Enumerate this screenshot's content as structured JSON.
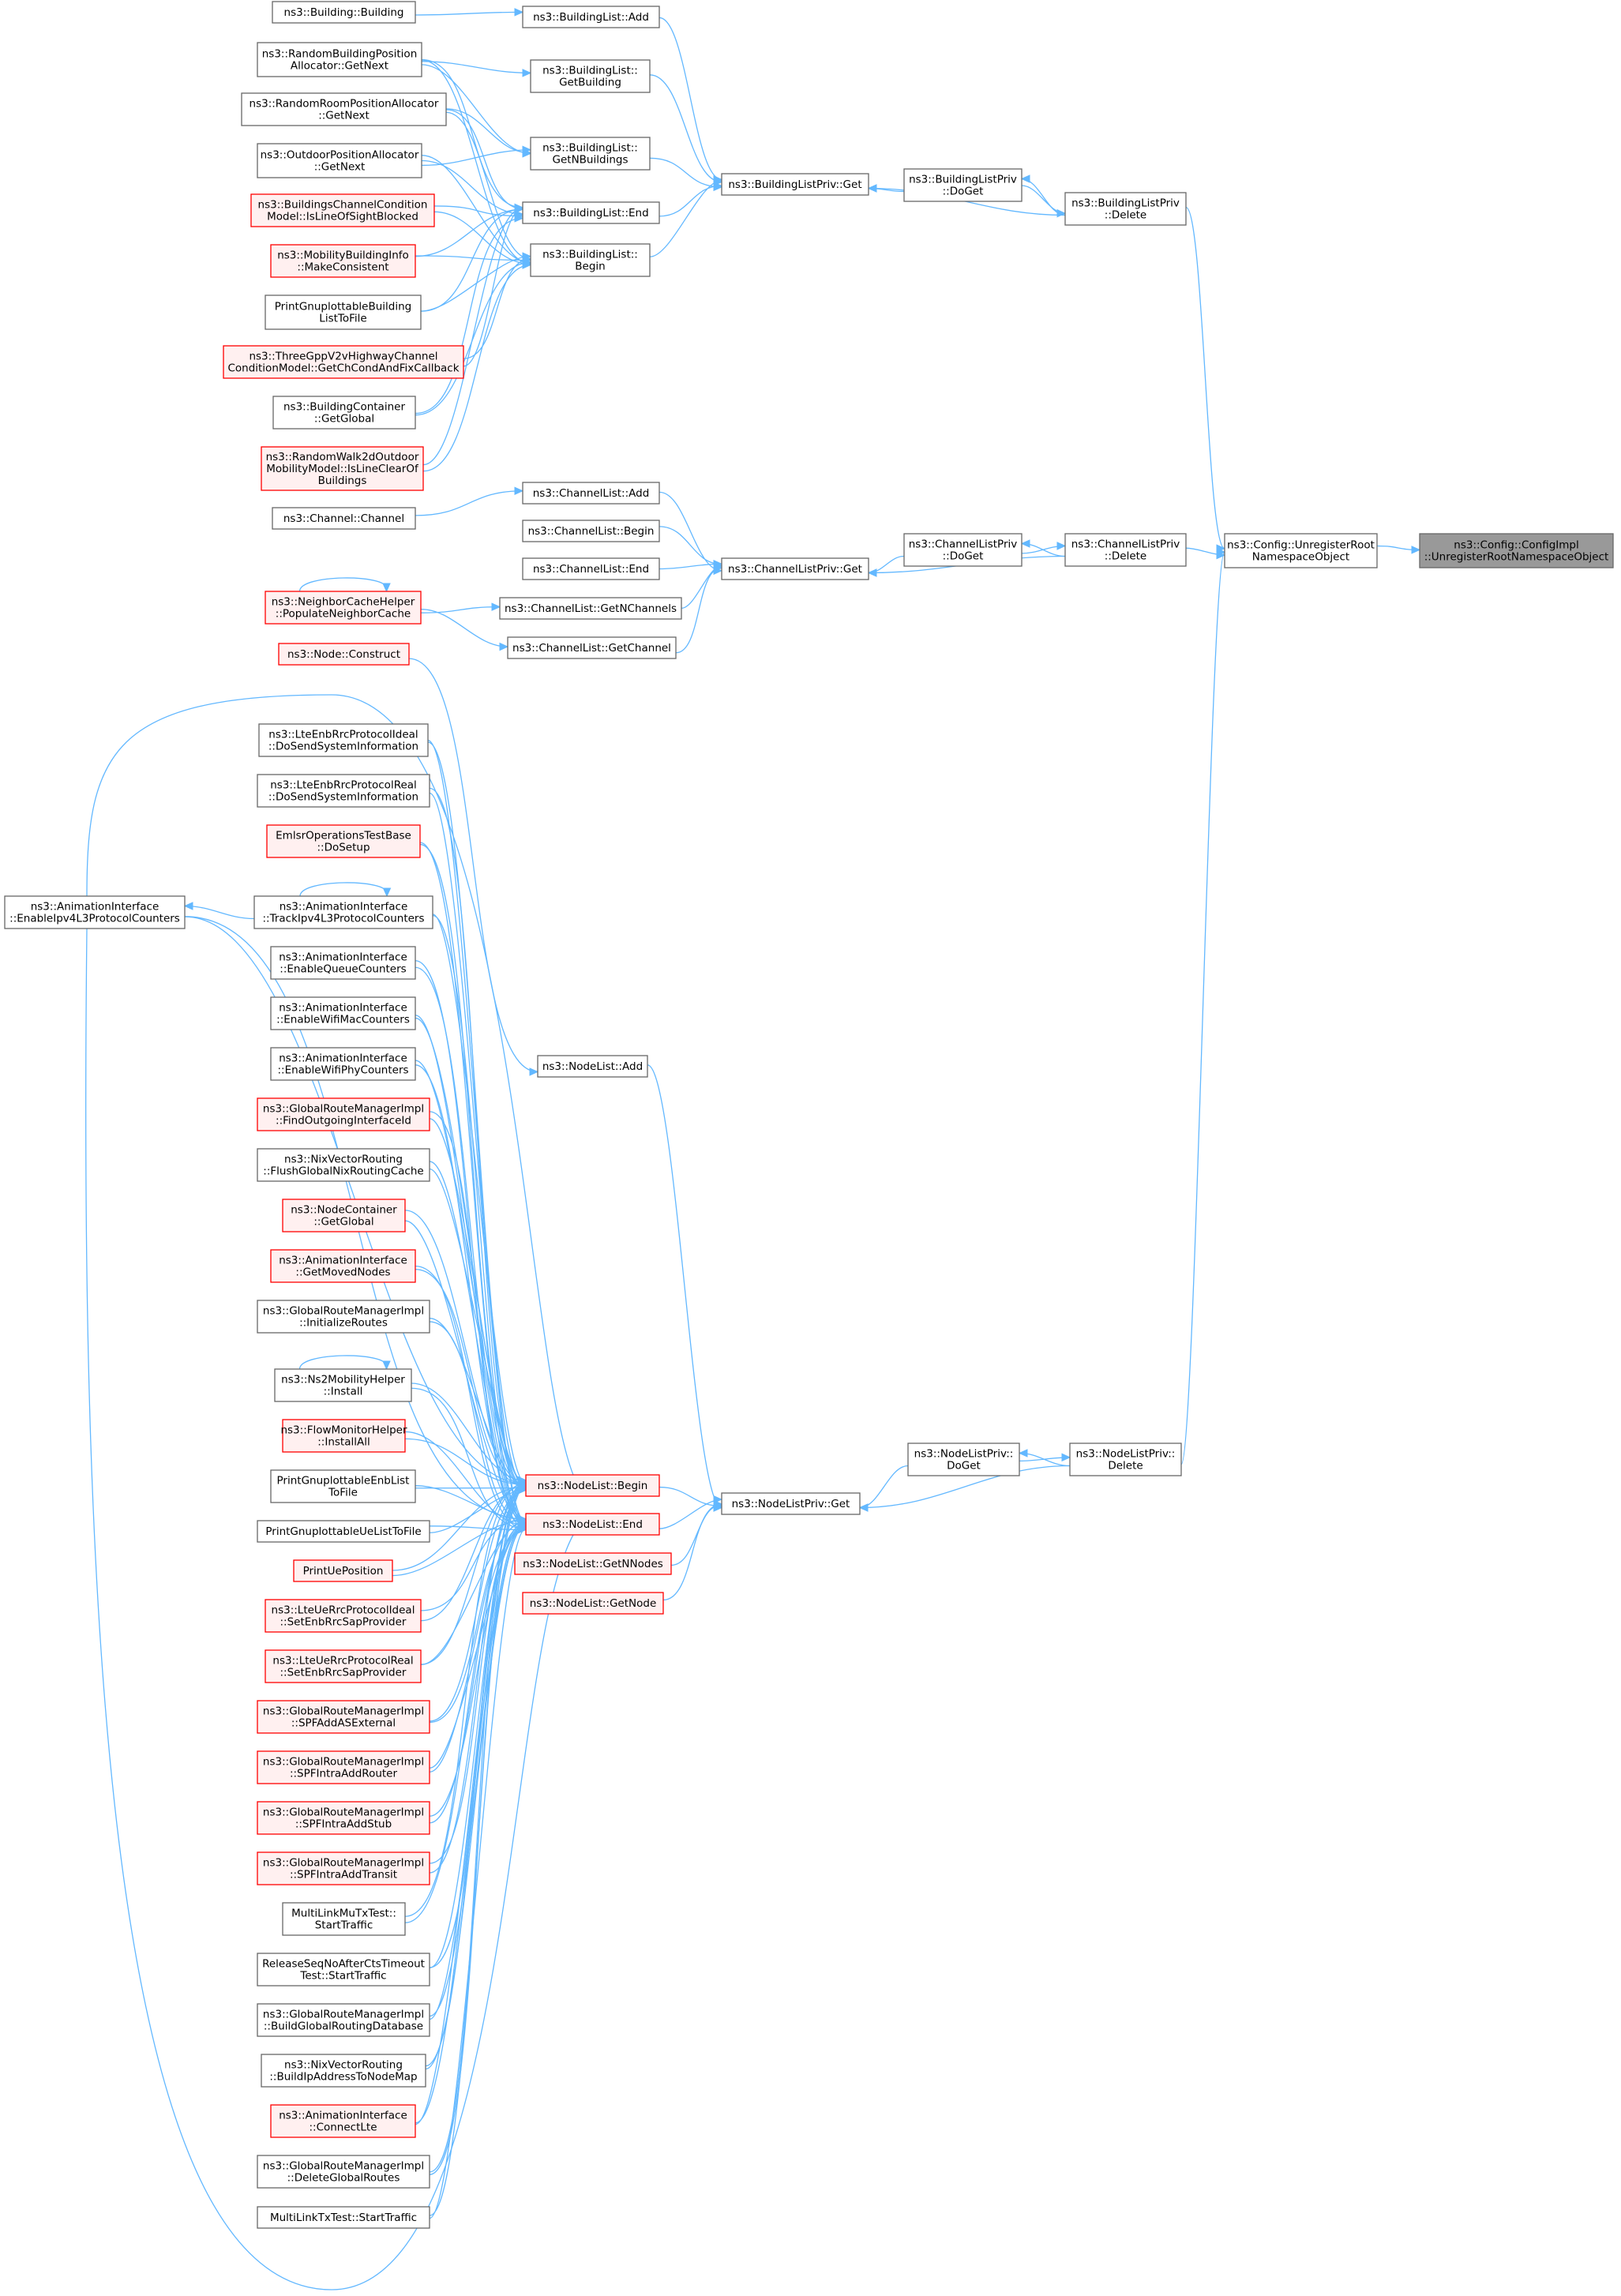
{
  "diagram": {
    "title": "",
    "colors": {
      "edge": "#63b8ff",
      "root_fill": "#999999",
      "normal_fill": "#ffffff",
      "normal_border": "#666666",
      "truncated_fill": "#fff0f0",
      "truncated_border": "#ff0000"
    },
    "nodes": [
      {
        "id": "root",
        "kind": "root",
        "lines": [
          "ns3::Config::ConfigImpl",
          "::UnregisterRootNamespaceObject"
        ]
      },
      {
        "id": "cfg_unreg",
        "kind": "normal",
        "lines": [
          "ns3::Config::UnregisterRoot",
          "NamespaceObject"
        ]
      },
      {
        "id": "blp_delete",
        "kind": "normal",
        "lines": [
          "ns3::BuildingListPriv",
          "::Delete"
        ]
      },
      {
        "id": "blp_doget",
        "kind": "normal",
        "lines": [
          "ns3::BuildingListPriv",
          "::DoGet"
        ]
      },
      {
        "id": "blp_get",
        "kind": "normal",
        "lines": [
          "ns3::BuildingListPriv::Get"
        ]
      },
      {
        "id": "bl_add",
        "kind": "normal",
        "lines": [
          "ns3::BuildingList::Add"
        ]
      },
      {
        "id": "bl_getbuilding",
        "kind": "normal",
        "lines": [
          "ns3::BuildingList::",
          "GetBuilding"
        ]
      },
      {
        "id": "bl_getnbuildings",
        "kind": "normal",
        "lines": [
          "ns3::BuildingList::",
          "GetNBuildings"
        ]
      },
      {
        "id": "bl_end",
        "kind": "normal",
        "lines": [
          "ns3::BuildingList::End"
        ]
      },
      {
        "id": "bl_begin",
        "kind": "normal",
        "lines": [
          "ns3::BuildingList::",
          "Begin"
        ]
      },
      {
        "id": "b_building",
        "kind": "normal",
        "lines": [
          "ns3::Building::Building"
        ]
      },
      {
        "id": "rbpa_getnext",
        "kind": "normal",
        "lines": [
          "ns3::RandomBuildingPosition",
          "Allocator::GetNext"
        ]
      },
      {
        "id": "rrpa_getnext",
        "kind": "normal",
        "lines": [
          "ns3::RandomRoomPositionAllocator",
          "::GetNext"
        ]
      },
      {
        "id": "opa_getnext",
        "kind": "normal",
        "lines": [
          "ns3::OutdoorPositionAllocator",
          "::GetNext"
        ]
      },
      {
        "id": "bccm",
        "kind": "trunc",
        "lines": [
          "ns3::BuildingsChannelCondition",
          "Model::IsLineOfSightBlocked"
        ]
      },
      {
        "id": "mbi",
        "kind": "trunc",
        "lines": [
          "ns3::MobilityBuildingInfo",
          "::MakeConsistent"
        ]
      },
      {
        "id": "pgbltf",
        "kind": "normal",
        "lines": [
          "PrintGnuplottableBuilding",
          "ListToFile"
        ]
      },
      {
        "id": "tgpp",
        "kind": "trunc",
        "lines": [
          "ns3::ThreeGppV2vHighwayChannel",
          "ConditionModel::GetChCondAndFixCallback"
        ]
      },
      {
        "id": "bc_getglobal",
        "kind": "normal",
        "lines": [
          "ns3::BuildingContainer",
          "::GetGlobal"
        ]
      },
      {
        "id": "rw2d",
        "kind": "trunc",
        "lines": [
          "ns3::RandomWalk2dOutdoor",
          "MobilityModel::IsLineClearOf",
          "Buildings"
        ]
      },
      {
        "id": "clp_delete",
        "kind": "normal",
        "lines": [
          "ns3::ChannelListPriv",
          "::Delete"
        ]
      },
      {
        "id": "clp_doget",
        "kind": "normal",
        "lines": [
          "ns3::ChannelListPriv",
          "::DoGet"
        ]
      },
      {
        "id": "clp_get",
        "kind": "normal",
        "lines": [
          "ns3::ChannelListPriv::Get"
        ]
      },
      {
        "id": "cl_add",
        "kind": "normal",
        "lines": [
          "ns3::ChannelList::Add"
        ]
      },
      {
        "id": "cl_begin",
        "kind": "normal",
        "lines": [
          "ns3::ChannelList::Begin"
        ]
      },
      {
        "id": "cl_end",
        "kind": "normal",
        "lines": [
          "ns3::ChannelList::End"
        ]
      },
      {
        "id": "cl_getnchannels",
        "kind": "normal",
        "lines": [
          "ns3::ChannelList::GetNChannels"
        ]
      },
      {
        "id": "cl_getchannel",
        "kind": "normal",
        "lines": [
          "ns3::ChannelList::GetChannel"
        ]
      },
      {
        "id": "ch_channel",
        "kind": "normal",
        "lines": [
          "ns3::Channel::Channel"
        ]
      },
      {
        "id": "nch",
        "kind": "trunc",
        "lines": [
          "ns3::NeighborCacheHelper",
          "::PopulateNeighborCache"
        ]
      },
      {
        "id": "nlp_delete",
        "kind": "normal",
        "lines": [
          "ns3::NodeListPriv::",
          "Delete"
        ]
      },
      {
        "id": "nlp_doget",
        "kind": "normal",
        "lines": [
          "ns3::NodeListPriv::",
          "DoGet"
        ]
      },
      {
        "id": "nlp_get",
        "kind": "normal",
        "lines": [
          "ns3::NodeListPriv::Get"
        ]
      },
      {
        "id": "nl_add",
        "kind": "normal",
        "lines": [
          "ns3::NodeList::Add"
        ]
      },
      {
        "id": "nl_begin",
        "kind": "trunc",
        "lines": [
          "ns3::NodeList::Begin"
        ]
      },
      {
        "id": "nl_end",
        "kind": "trunc",
        "lines": [
          "ns3::NodeList::End"
        ]
      },
      {
        "id": "nl_getnnodes",
        "kind": "trunc",
        "lines": [
          "ns3::NodeList::GetNNodes"
        ]
      },
      {
        "id": "nl_getnode",
        "kind": "trunc",
        "lines": [
          "ns3::NodeList::GetNode"
        ]
      },
      {
        "id": "node_construct",
        "kind": "trunc",
        "lines": [
          "ns3::Node::Construct"
        ]
      },
      {
        "id": "ai_enableipv4",
        "kind": "normal",
        "lines": [
          "ns3::AnimationInterface",
          "::EnableIpv4L3ProtocolCounters"
        ]
      },
      {
        "id": "c01",
        "kind": "normal",
        "lines": [
          "ns3::LteEnbRrcProtocolIdeal",
          "::DoSendSystemInformation"
        ]
      },
      {
        "id": "c02",
        "kind": "normal",
        "lines": [
          "ns3::LteEnbRrcProtocolReal",
          "::DoSendSystemInformation"
        ]
      },
      {
        "id": "c03",
        "kind": "trunc",
        "lines": [
          "EmlsrOperationsTestBase",
          "::DoSetup"
        ]
      },
      {
        "id": "c04",
        "kind": "normal",
        "lines": [
          "ns3::AnimationInterface",
          "::TrackIpv4L3ProtocolCounters"
        ]
      },
      {
        "id": "c05",
        "kind": "normal",
        "lines": [
          "ns3::AnimationInterface",
          "::EnableQueueCounters"
        ]
      },
      {
        "id": "c06",
        "kind": "normal",
        "lines": [
          "ns3::AnimationInterface",
          "::EnableWifiMacCounters"
        ]
      },
      {
        "id": "c07",
        "kind": "normal",
        "lines": [
          "ns3::AnimationInterface",
          "::EnableWifiPhyCounters"
        ]
      },
      {
        "id": "c08",
        "kind": "trunc",
        "lines": [
          "ns3::GlobalRouteManagerImpl",
          "::FindOutgoingInterfaceId"
        ]
      },
      {
        "id": "c09",
        "kind": "normal",
        "lines": [
          "ns3::NixVectorRouting",
          "::FlushGlobalNixRoutingCache"
        ]
      },
      {
        "id": "c10",
        "kind": "trunc",
        "lines": [
          "ns3::NodeContainer",
          "::GetGlobal"
        ]
      },
      {
        "id": "c11",
        "kind": "trunc",
        "lines": [
          "ns3::AnimationInterface",
          "::GetMovedNodes"
        ]
      },
      {
        "id": "c12",
        "kind": "normal",
        "lines": [
          "ns3::GlobalRouteManagerImpl",
          "::InitializeRoutes"
        ]
      },
      {
        "id": "c13",
        "kind": "normal",
        "lines": [
          "ns3::Ns2MobilityHelper",
          "::Install"
        ]
      },
      {
        "id": "c14",
        "kind": "trunc",
        "lines": [
          "ns3::FlowMonitorHelper",
          "::InstallAll"
        ]
      },
      {
        "id": "c15",
        "kind": "normal",
        "lines": [
          "PrintGnuplottableEnbList",
          "ToFile"
        ]
      },
      {
        "id": "c16",
        "kind": "normal",
        "lines": [
          "PrintGnuplottableUeListToFile"
        ]
      },
      {
        "id": "c17",
        "kind": "trunc",
        "lines": [
          "PrintUePosition"
        ]
      },
      {
        "id": "c18",
        "kind": "trunc",
        "lines": [
          "ns3::LteUeRrcProtocolIdeal",
          "::SetEnbRrcSapProvider"
        ]
      },
      {
        "id": "c19",
        "kind": "trunc",
        "lines": [
          "ns3::LteUeRrcProtocolReal",
          "::SetEnbRrcSapProvider"
        ]
      },
      {
        "id": "c20",
        "kind": "trunc",
        "lines": [
          "ns3::GlobalRouteManagerImpl",
          "::SPFAddASExternal"
        ]
      },
      {
        "id": "c21",
        "kind": "trunc",
        "lines": [
          "ns3::GlobalRouteManagerImpl",
          "::SPFIntraAddRouter"
        ]
      },
      {
        "id": "c22",
        "kind": "trunc",
        "lines": [
          "ns3::GlobalRouteManagerImpl",
          "::SPFIntraAddStub"
        ]
      },
      {
        "id": "c23",
        "kind": "trunc",
        "lines": [
          "ns3::GlobalRouteManagerImpl",
          "::SPFIntraAddTransit"
        ]
      },
      {
        "id": "c24",
        "kind": "normal",
        "lines": [
          "MultiLinkMuTxTest::",
          "StartTraffic"
        ]
      },
      {
        "id": "c25",
        "kind": "normal",
        "lines": [
          "ReleaseSeqNoAfterCtsTimeout",
          "Test::StartTraffic"
        ]
      },
      {
        "id": "c26",
        "kind": "normal",
        "lines": [
          "ns3::GlobalRouteManagerImpl",
          "::BuildGlobalRoutingDatabase"
        ]
      },
      {
        "id": "c27",
        "kind": "normal",
        "lines": [
          "ns3::NixVectorRouting",
          "::BuildIpAddressToNodeMap"
        ]
      },
      {
        "id": "c28",
        "kind": "trunc",
        "lines": [
          "ns3::AnimationInterface",
          "::ConnectLte"
        ]
      },
      {
        "id": "c29",
        "kind": "normal",
        "lines": [
          "ns3::GlobalRouteManagerImpl",
          "::DeleteGlobalRoutes"
        ]
      },
      {
        "id": "c30",
        "kind": "normal",
        "lines": [
          "MultiLinkTxTest::StartTraffic"
        ]
      }
    ],
    "edges": [
      [
        "cfg_unreg",
        "root"
      ],
      [
        "blp_delete",
        "cfg_unreg"
      ],
      [
        "clp_delete",
        "cfg_unreg"
      ],
      [
        "nlp_delete",
        "cfg_unreg"
      ],
      [
        "blp_doget",
        "blp_delete"
      ],
      [
        "blp_delete",
        "blp_doget"
      ],
      [
        "blp_doget",
        "blp_get"
      ],
      [
        "blp_delete",
        "blp_get"
      ],
      [
        "bl_add",
        "blp_get"
      ],
      [
        "bl_getbuilding",
        "blp_get"
      ],
      [
        "bl_getnbuildings",
        "blp_get"
      ],
      [
        "bl_end",
        "blp_get"
      ],
      [
        "bl_begin",
        "blp_get"
      ],
      [
        "b_building",
        "bl_add"
      ],
      [
        "rbpa_getnext",
        "bl_getbuilding"
      ],
      [
        "rbpa_getnext",
        "bl_getnbuildings"
      ],
      [
        "rrpa_getnext",
        "bl_getnbuildings"
      ],
      [
        "opa_getnext",
        "bl_getnbuildings"
      ],
      [
        "rbpa_getnext",
        "bl_end"
      ],
      [
        "rrpa_getnext",
        "bl_end"
      ],
      [
        "opa_getnext",
        "bl_end"
      ],
      [
        "bccm",
        "bl_end"
      ],
      [
        "mbi",
        "bl_end"
      ],
      [
        "pgbltf",
        "bl_end"
      ],
      [
        "tgpp",
        "bl_end"
      ],
      [
        "bc_getglobal",
        "bl_end"
      ],
      [
        "rw2d",
        "bl_end"
      ],
      [
        "rbpa_getnext",
        "bl_begin"
      ],
      [
        "rrpa_getnext",
        "bl_begin"
      ],
      [
        "opa_getnext",
        "bl_begin"
      ],
      [
        "bccm",
        "bl_begin"
      ],
      [
        "mbi",
        "bl_begin"
      ],
      [
        "pgbltf",
        "bl_begin"
      ],
      [
        "tgpp",
        "bl_begin"
      ],
      [
        "bc_getglobal",
        "bl_begin"
      ],
      [
        "rw2d",
        "bl_begin"
      ],
      [
        "clp_doget",
        "clp_delete"
      ],
      [
        "clp_delete",
        "clp_doget"
      ],
      [
        "clp_doget",
        "clp_get"
      ],
      [
        "clp_delete",
        "clp_get"
      ],
      [
        "cl_add",
        "clp_get"
      ],
      [
        "cl_begin",
        "clp_get"
      ],
      [
        "cl_end",
        "clp_get"
      ],
      [
        "cl_getnchannels",
        "clp_get"
      ],
      [
        "cl_getchannel",
        "clp_get"
      ],
      [
        "ch_channel",
        "cl_add"
      ],
      [
        "nch",
        "cl_getnchannels"
      ],
      [
        "nch",
        "cl_getchannel"
      ],
      [
        "nch",
        "nch"
      ],
      [
        "nlp_doget",
        "nlp_delete"
      ],
      [
        "nlp_delete",
        "nlp_doget"
      ],
      [
        "nlp_doget",
        "nlp_get"
      ],
      [
        "nlp_delete",
        "nlp_get"
      ],
      [
        "nl_add",
        "nlp_get"
      ],
      [
        "nl_begin",
        "nlp_get"
      ],
      [
        "nl_end",
        "nlp_get"
      ],
      [
        "nl_getnnodes",
        "nlp_get"
      ],
      [
        "nl_getnode",
        "nlp_get"
      ],
      [
        "node_construct",
        "nl_add"
      ],
      [
        "ai_enableipv4",
        "nl_begin"
      ],
      [
        "ai_enableipv4",
        "nl_end"
      ],
      [
        "c04",
        "ai_enableipv4"
      ],
      [
        "c04",
        "c04"
      ],
      [
        "c13",
        "c13"
      ],
      [
        "c01",
        "nl_begin"
      ],
      [
        "c01",
        "nl_end"
      ],
      [
        "c02",
        "nl_begin"
      ],
      [
        "c02",
        "nl_end"
      ],
      [
        "c03",
        "nl_begin"
      ],
      [
        "c03",
        "nl_end"
      ],
      [
        "c04",
        "nl_begin"
      ],
      [
        "c04",
        "nl_end"
      ],
      [
        "c05",
        "nl_begin"
      ],
      [
        "c05",
        "nl_end"
      ],
      [
        "c06",
        "nl_begin"
      ],
      [
        "c06",
        "nl_end"
      ],
      [
        "c07",
        "nl_begin"
      ],
      [
        "c07",
        "nl_end"
      ],
      [
        "c08",
        "nl_begin"
      ],
      [
        "c08",
        "nl_end"
      ],
      [
        "c09",
        "nl_begin"
      ],
      [
        "c09",
        "nl_end"
      ],
      [
        "c10",
        "nl_begin"
      ],
      [
        "c10",
        "nl_end"
      ],
      [
        "c11",
        "nl_begin"
      ],
      [
        "c11",
        "nl_end"
      ],
      [
        "c12",
        "nl_begin"
      ],
      [
        "c12",
        "nl_end"
      ],
      [
        "c13",
        "nl_begin"
      ],
      [
        "c13",
        "nl_end"
      ],
      [
        "c14",
        "nl_begin"
      ],
      [
        "c14",
        "nl_end"
      ],
      [
        "c15",
        "nl_begin"
      ],
      [
        "c15",
        "nl_end"
      ],
      [
        "c16",
        "nl_begin"
      ],
      [
        "c16",
        "nl_end"
      ],
      [
        "c17",
        "nl_begin"
      ],
      [
        "c17",
        "nl_end"
      ],
      [
        "c18",
        "nl_begin"
      ],
      [
        "c18",
        "nl_end"
      ],
      [
        "c19",
        "nl_begin"
      ],
      [
        "c19",
        "nl_end"
      ],
      [
        "c20",
        "nl_begin"
      ],
      [
        "c20",
        "nl_end"
      ],
      [
        "c21",
        "nl_begin"
      ],
      [
        "c21",
        "nl_end"
      ],
      [
        "c22",
        "nl_begin"
      ],
      [
        "c22",
        "nl_end"
      ],
      [
        "c23",
        "nl_begin"
      ],
      [
        "c23",
        "nl_end"
      ],
      [
        "c24",
        "nl_begin"
      ],
      [
        "c24",
        "nl_end"
      ],
      [
        "c25",
        "nl_begin"
      ],
      [
        "c25",
        "nl_end"
      ],
      [
        "c26",
        "nl_begin"
      ],
      [
        "c26",
        "nl_end"
      ],
      [
        "c27",
        "nl_begin"
      ],
      [
        "c27",
        "nl_end"
      ],
      [
        "c28",
        "nl_begin"
      ],
      [
        "c28",
        "nl_end"
      ],
      [
        "c29",
        "nl_begin"
      ],
      [
        "c29",
        "nl_end"
      ],
      [
        "c30",
        "nl_begin"
      ],
      [
        "c30",
        "nl_end"
      ]
    ]
  }
}
